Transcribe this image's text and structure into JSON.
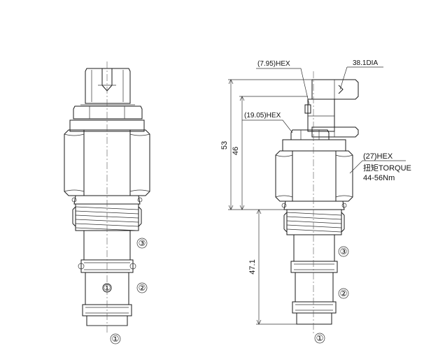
{
  "left_view": {
    "ports": [
      "③",
      "②",
      "①",
      "①"
    ]
  },
  "right_view": {
    "labels": {
      "hex_top": "(7.95)HEX",
      "dia": "38.1DIA",
      "hex_mid": "(19.05)HEX",
      "hex_body": "(27)HEX",
      "torque": "扭矩TORQUE",
      "torque_value": "44-56Nm"
    },
    "dimensions": {
      "overall": "53",
      "body": "46",
      "lower": "47.1"
    },
    "ports": [
      "③",
      "②",
      "①"
    ]
  }
}
